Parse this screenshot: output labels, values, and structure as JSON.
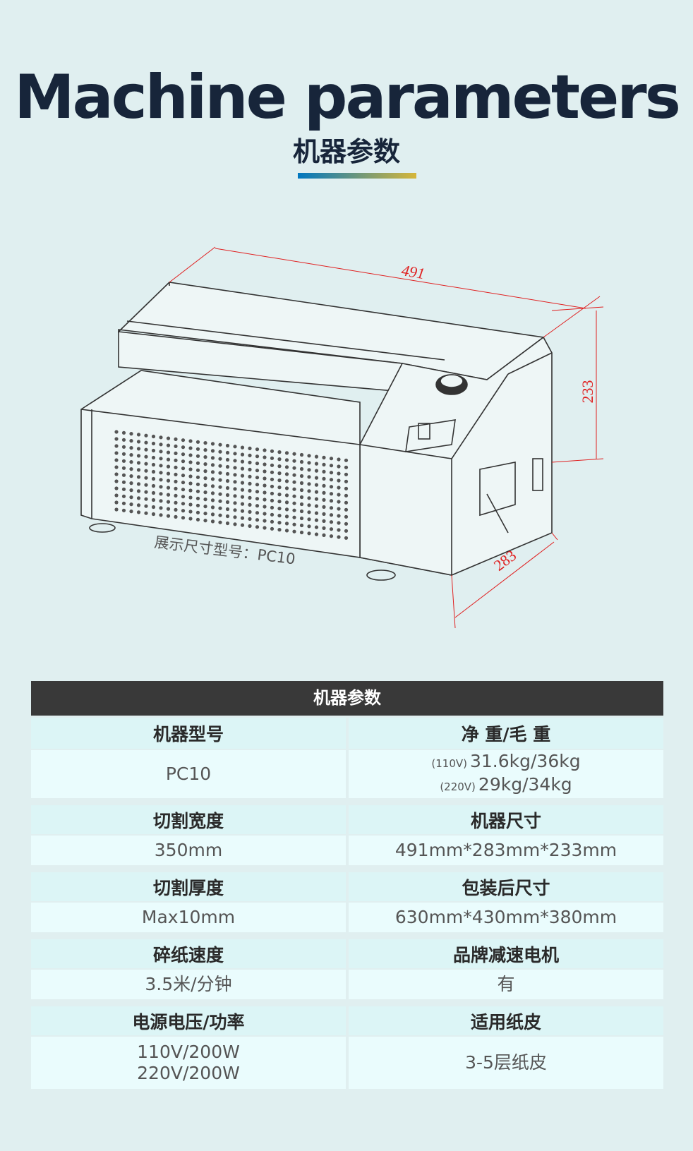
{
  "header": {
    "title": "Machine parameters",
    "subtitle": "机器参数",
    "accent_gradient": [
      "#0077c0",
      "#d6b63a"
    ]
  },
  "drawing": {
    "caption": "展示尺寸型号：PC10",
    "dim_length": "491",
    "dim_height": "233",
    "dim_depth": "283",
    "dim_color": "#e02020"
  },
  "table": {
    "title": "机器参数",
    "rows": [
      {
        "left_label": "机器型号",
        "left_value": "PC10",
        "right_label": "净 重/毛 重",
        "right_lines": [
          {
            "tag": "(110V)",
            "value": "31.6kg/36kg"
          },
          {
            "tag": "(220V)",
            "value": "29kg/34kg"
          }
        ]
      },
      {
        "left_label": "切割宽度",
        "left_value": "350mm",
        "right_label": "机器尺寸",
        "right_value": "491mm*283mm*233mm"
      },
      {
        "left_label": "切割厚度",
        "left_value": "Max10mm",
        "right_label": "包装后尺寸",
        "right_value": "630mm*430mm*380mm"
      },
      {
        "left_label": "碎纸速度",
        "left_value": "3.5米/分钟",
        "right_label": "品牌减速电机",
        "right_value": "有"
      },
      {
        "left_label": "电源电压/功率",
        "left_values": [
          "110V/200W",
          "220V/200W"
        ],
        "right_label": "适用纸皮",
        "right_value": "3-5层纸皮"
      }
    ]
  }
}
